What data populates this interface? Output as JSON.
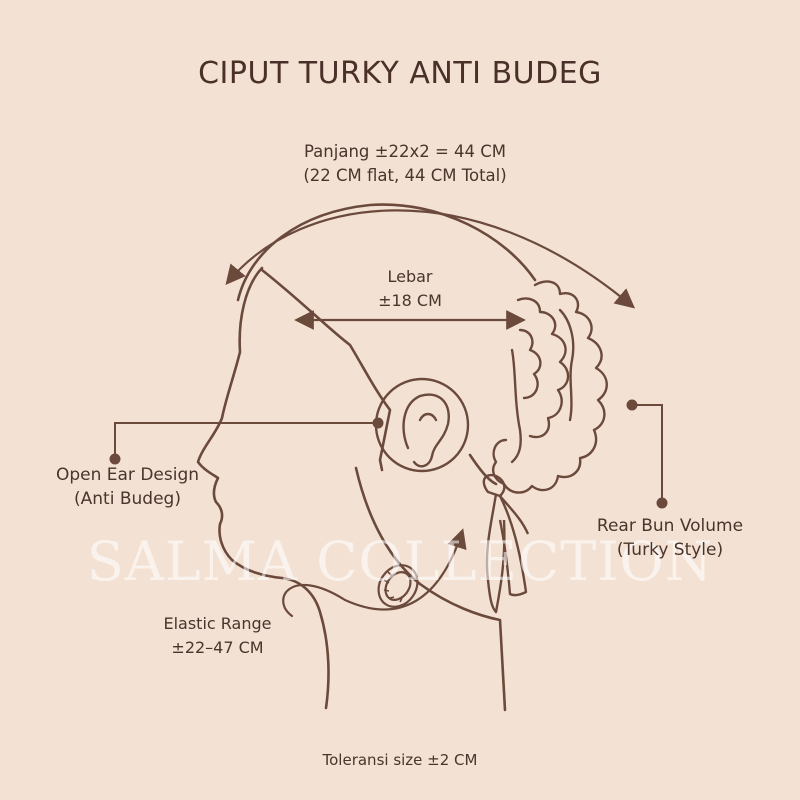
{
  "title": "CIPUT TURKY ANTI BUDEG",
  "dimensions": {
    "panjang": {
      "line1": "Panjang ±22x2 = 44 CM",
      "line2": "(22 CM flat, 44 CM Total)"
    },
    "lebar": {
      "line1": "Lebar",
      "line2": "±18 CM"
    }
  },
  "callouts": {
    "ear": {
      "line1": "Open Ear Design",
      "line2": "(Anti Budeg)"
    },
    "bun": {
      "line1": "Rear Bun Volume",
      "line2": "(Turky Style)"
    },
    "elastic": {
      "line1": "Elastic Range",
      "line2": "±22–47 CM"
    }
  },
  "tolerance": "Toleransi size ±2 CM",
  "watermark": "SALMA COLLECTION",
  "colors": {
    "background": "#f3e2d4",
    "line": "#6b4a3c",
    "text": "#4a342c"
  },
  "icons": [
    "head-profile-icon",
    "ear-icon",
    "ruffle-bun-icon",
    "elastic-band-icon",
    "bow-ribbon-icon"
  ]
}
